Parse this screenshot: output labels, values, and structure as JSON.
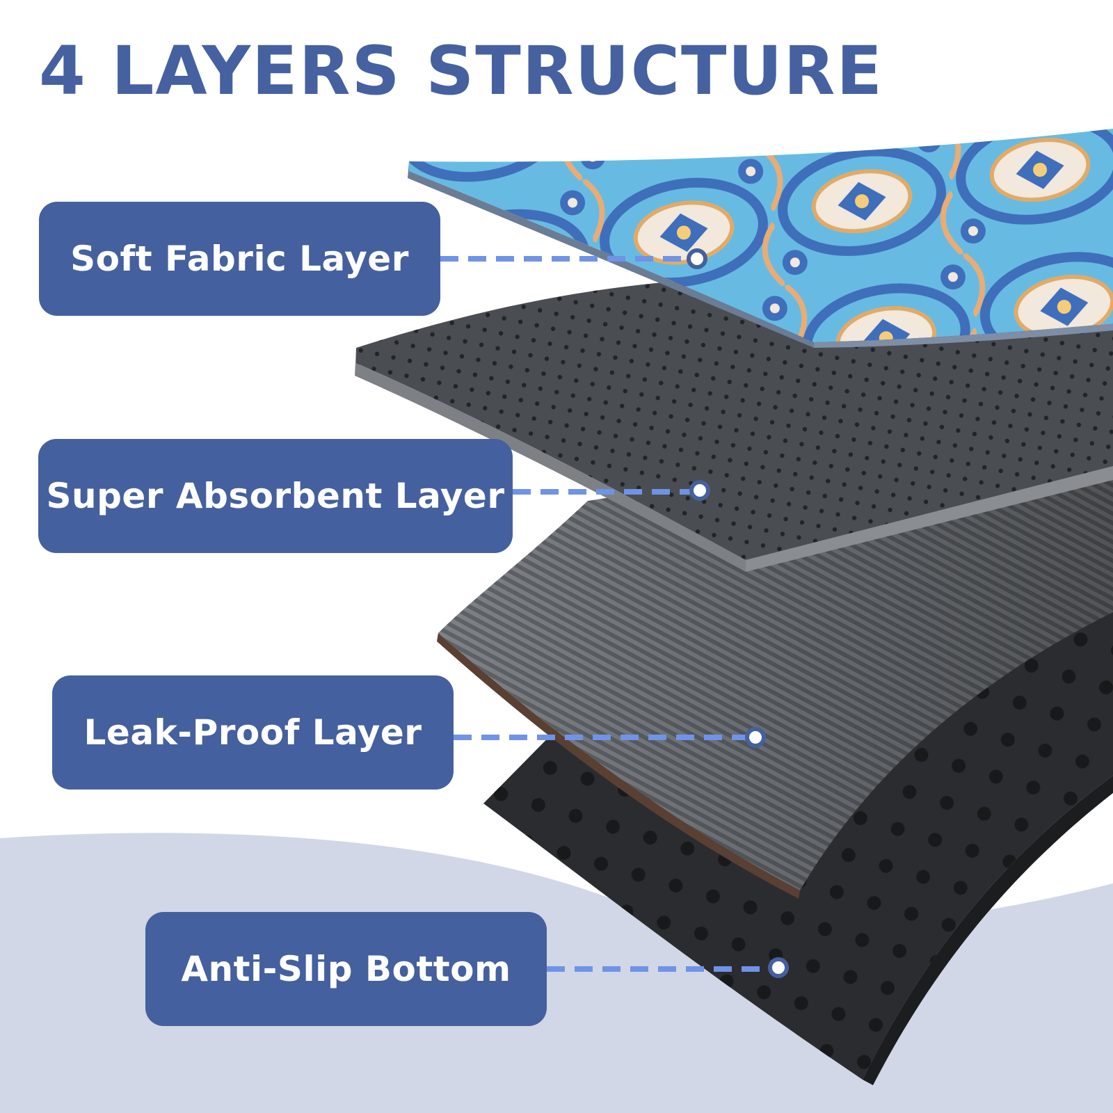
{
  "heading": "4 LAYERS STRUCTURE",
  "layers": [
    {
      "label": "Soft Fabric Layer"
    },
    {
      "label": "Super Absorbent Layer"
    },
    {
      "label": "Leak-Proof Layer"
    },
    {
      "label": "Anti-Slip Bottom"
    }
  ],
  "colors": {
    "heading": "#4661a0",
    "label_box": "#45609e",
    "leader_line": "#6f93e6",
    "background_curve": "#d1d7e6",
    "fabric_blue": "#2a68b8",
    "fabric_cyan": "#5bb6e0",
    "absorbent_gray": "#4a4d52",
    "leakproof_gray": "#6d7176",
    "antislip_black": "#2b2c2f"
  }
}
